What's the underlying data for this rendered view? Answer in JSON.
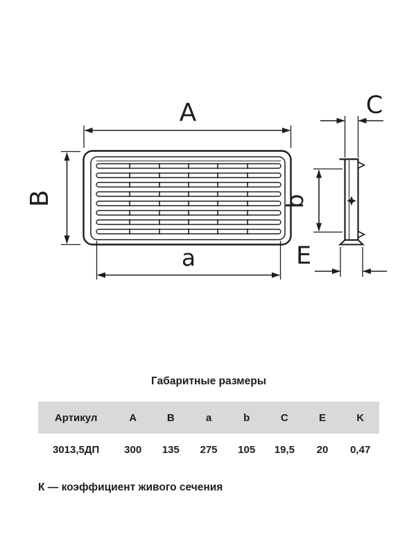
{
  "drawing": {
    "dim_A": "A",
    "dim_B": "B",
    "dim_a": "a",
    "dim_b": "b",
    "dim_C": "C",
    "dim_E": "E"
  },
  "table": {
    "title": "Габаритные размеры",
    "headers": [
      "Артикул",
      "A",
      "B",
      "a",
      "b",
      "C",
      "E",
      "K"
    ],
    "row": [
      "3013,5ДП",
      "300",
      "135",
      "275",
      "105",
      "19,5",
      "20",
      "0,47"
    ]
  },
  "footnote": "К — коэффициент живого сечения",
  "colors": {
    "line": "#1d1d1b",
    "header_bg": "#d9d9d9"
  }
}
